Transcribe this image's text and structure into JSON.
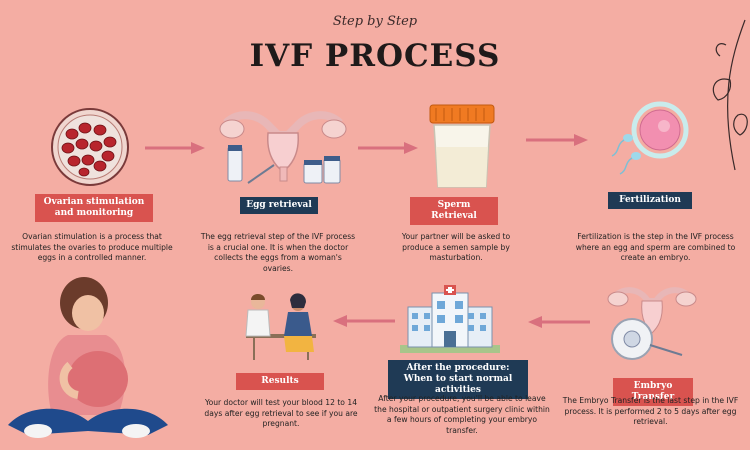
{
  "header": {
    "script_title": "Step by Step",
    "title": "IVF PROCESS"
  },
  "steps": [
    {
      "label": "Ovarian stimulation and monitoring",
      "desc": "Ovarian stimulation is a process that stimulates the ovaries to produce multiple eggs in a controlled manner."
    },
    {
      "label": "Egg retrieval",
      "desc": "The egg retrieval step of the IVF process is a crucial one. It is when the doctor collects the eggs from a woman's ovaries."
    },
    {
      "label": "Sperm Retrieval",
      "desc": "Your partner will be asked to produce a semen sample by masturbation."
    },
    {
      "label": "Fertilization",
      "desc": "Fertilization is the step in the IVF process where an egg and sperm are combined to create an embryo."
    },
    {
      "label": "Embryo Transfer",
      "desc": "The Embryo Transfer is the last step in the IVF process. It is performed 2 to 5 days after egg retrieval."
    },
    {
      "label": "After the procedure: When to start normal activities",
      "desc": "After your procedure, you'll be able to leave the hospital or outpatient surgery clinic within a few hours of completing your embryo transfer."
    },
    {
      "label": "Results",
      "desc": "Your doctor will test your blood 12 to 14 days after egg retrieval to see if you are pregnant."
    }
  ],
  "colors": {
    "background": "#f4ada3",
    "label_red": "#d9534f",
    "label_navy": "#1f3a55",
    "arrow": "#d9707e"
  }
}
